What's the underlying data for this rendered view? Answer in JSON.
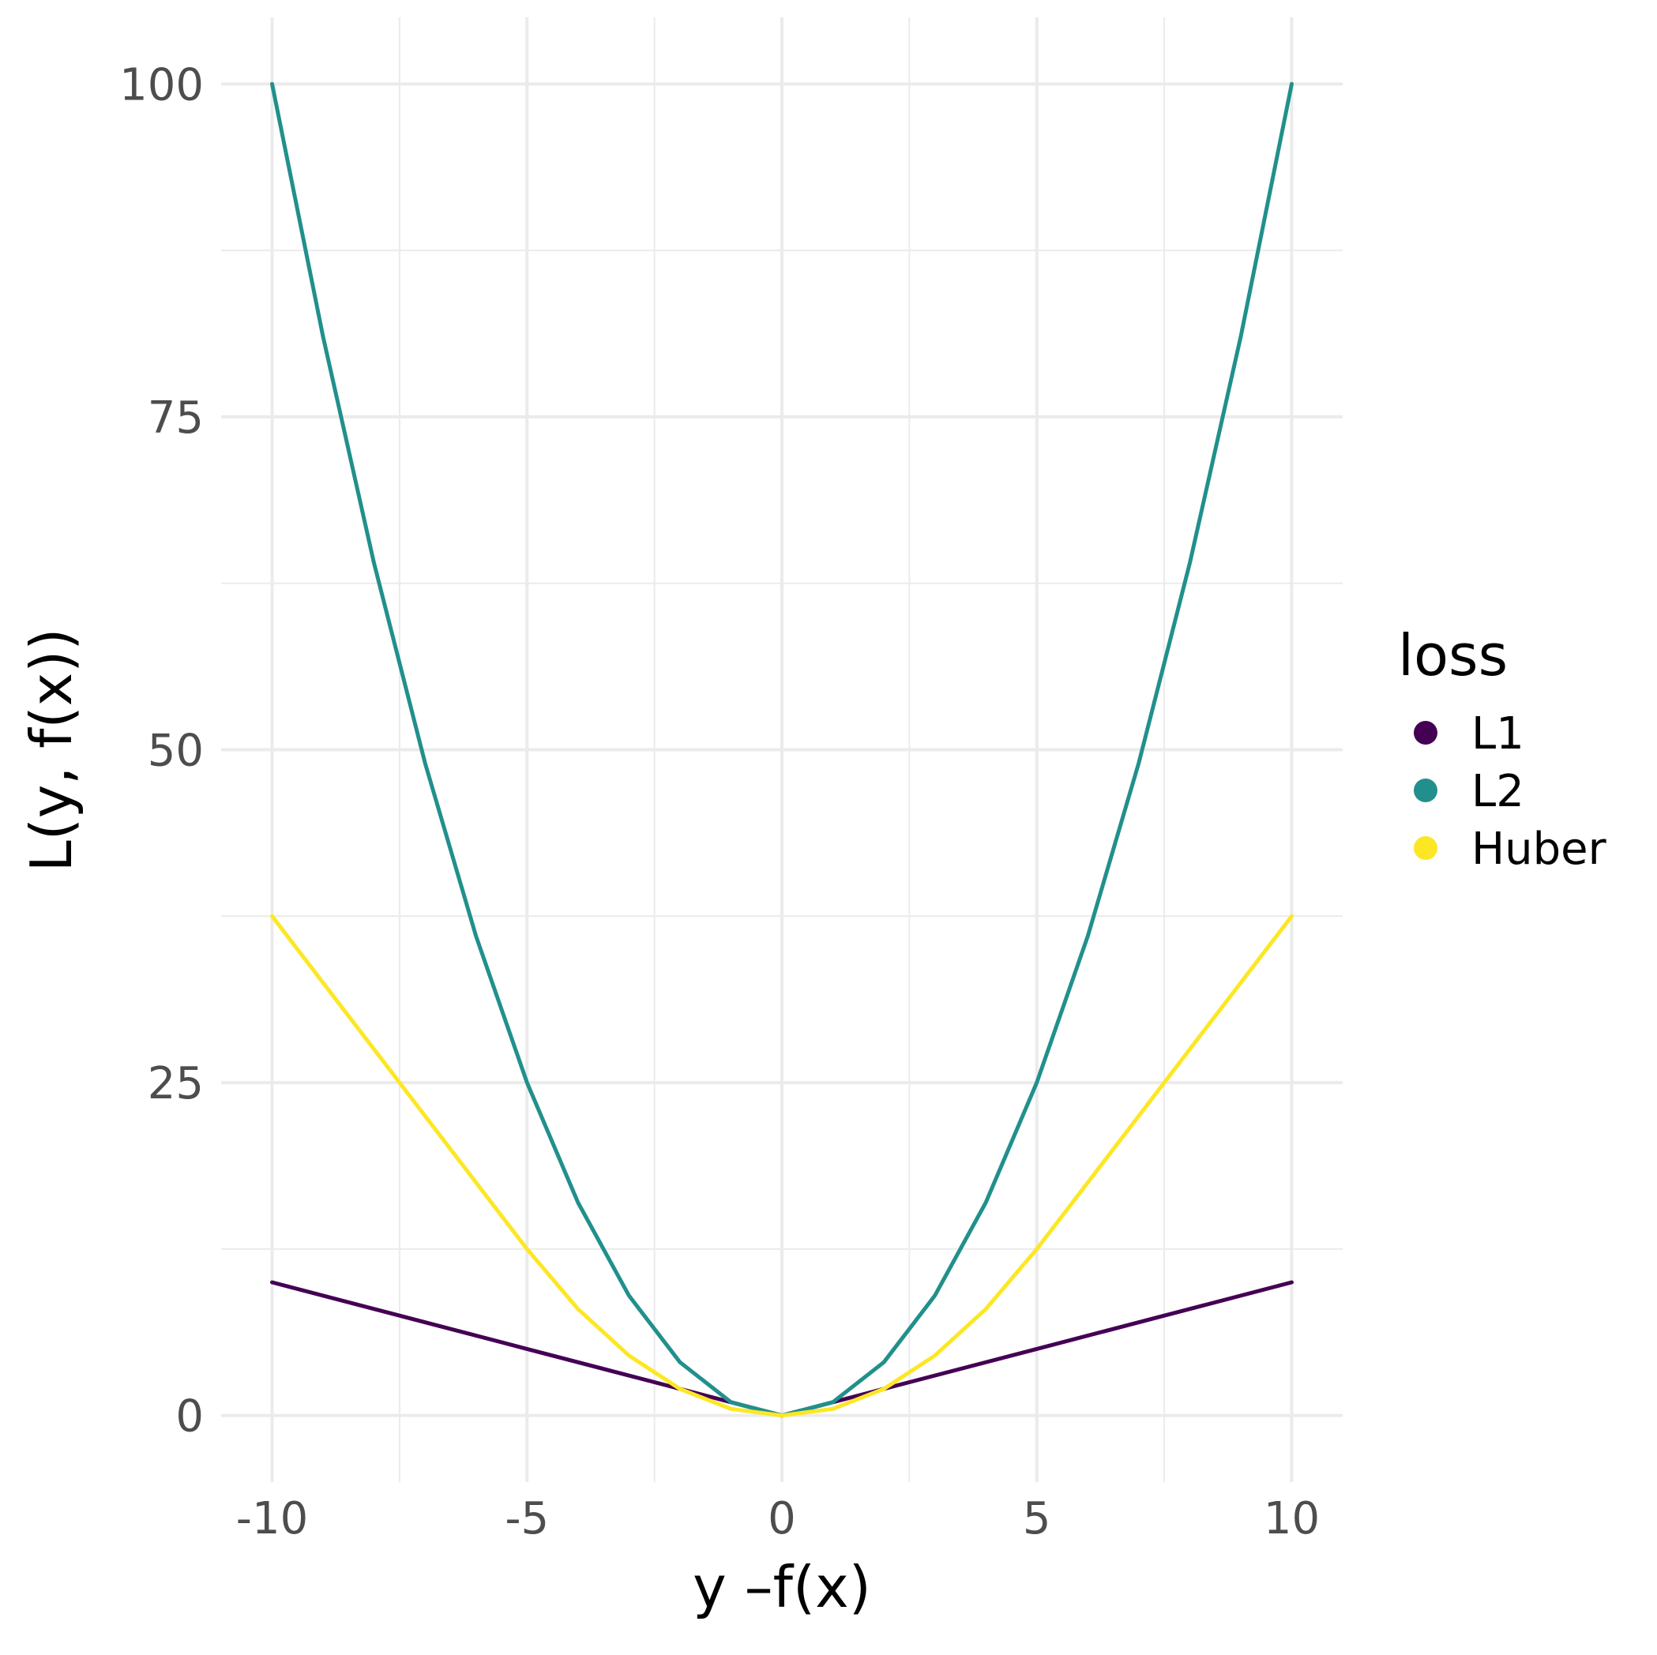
{
  "chart_data": {
    "type": "line",
    "xlabel": "y –f(x)",
    "ylabel": "L(y, f(x))",
    "xlim": [
      -11,
      11
    ],
    "ylim": [
      -5,
      105
    ],
    "x_ticks": [
      -10,
      -5,
      0,
      5,
      10
    ],
    "x_tick_labels": [
      "-10",
      "-5",
      "0",
      "5",
      "10"
    ],
    "y_ticks": [
      0,
      25,
      50,
      75,
      100
    ],
    "y_tick_labels": [
      "0",
      "25",
      "50",
      "75",
      "100"
    ],
    "x_minor_ticks": [
      -7.5,
      -2.5,
      2.5,
      7.5
    ],
    "y_minor_ticks": [
      12.5,
      37.5,
      62.5,
      87.5
    ],
    "grid": true,
    "legend_position": "right",
    "legend_title": "loss",
    "series": [
      {
        "name": "L1",
        "color": "#440154",
        "x": [
          -10,
          -7.5,
          -5,
          -2.5,
          0,
          2.5,
          5,
          7.5,
          10
        ],
        "y": [
          10,
          7.5,
          5,
          2.5,
          0,
          2.5,
          5,
          7.5,
          10
        ]
      },
      {
        "name": "L2",
        "color": "#21908C",
        "x": [
          -10,
          -9,
          -8,
          -7,
          -6,
          -5,
          -4,
          -3,
          -2,
          -1,
          0,
          1,
          2,
          3,
          4,
          5,
          6,
          7,
          8,
          9,
          10
        ],
        "y": [
          100,
          81,
          64,
          49,
          36,
          25,
          16,
          9,
          4,
          1,
          0,
          1,
          4,
          9,
          16,
          25,
          36,
          49,
          64,
          81,
          100
        ]
      },
      {
        "name": "Huber",
        "color": "#FDE725",
        "x": [
          -10,
          -8,
          -6,
          -5,
          -4,
          -3,
          -2,
          -1,
          0,
          1,
          2,
          3,
          4,
          5,
          6,
          8,
          10
        ],
        "y": [
          37.5,
          27.5,
          17.5,
          12.5,
          8,
          4.5,
          2,
          0.5,
          0,
          0.5,
          2,
          4.5,
          8,
          12.5,
          17.5,
          27.5,
          37.5
        ]
      }
    ]
  }
}
